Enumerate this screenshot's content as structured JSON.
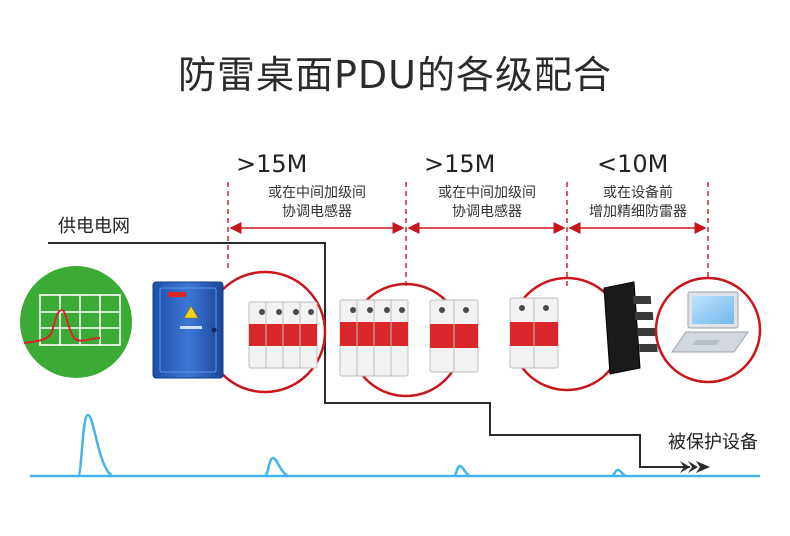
{
  "title": "防雷桌面PDU的各级配合",
  "segments": [
    {
      "distance": ">15M",
      "note_line1": "或在中间加级间",
      "note_line2": "协调电感器"
    },
    {
      "distance": ">15M",
      "note_line1": "或在中间加级间",
      "note_line2": "协调电感器"
    },
    {
      "distance": "<10M",
      "note_line1": "或在设备前",
      "note_line2": "增加精细防雷器"
    }
  ],
  "labels": {
    "grid": "供电电网",
    "protected": "被保护设备"
  },
  "colors": {
    "ring": "#c8161d",
    "arrow": "#c8161d",
    "waveform": "#45b4ea",
    "grid_circle": "#3bab36",
    "line": "#2a2a2a"
  }
}
